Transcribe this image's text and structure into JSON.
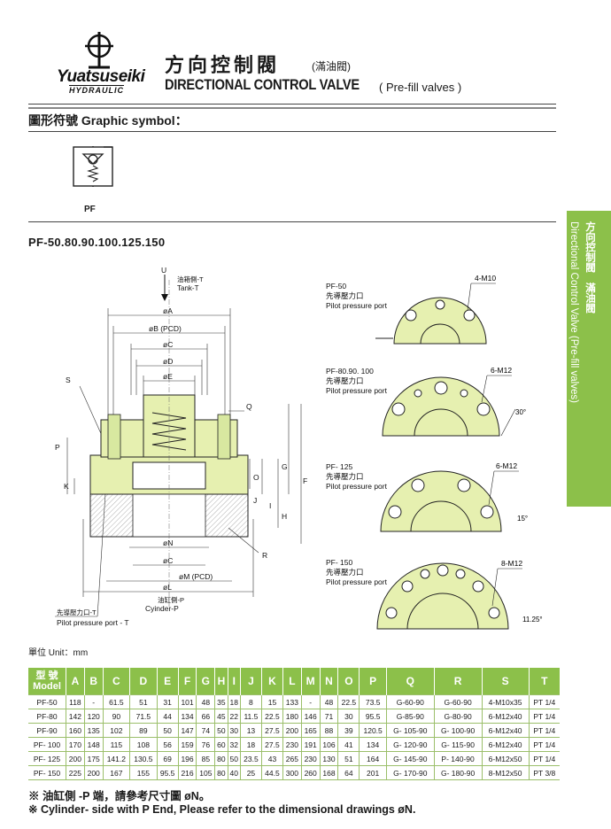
{
  "header": {
    "brand": "Yuatsuseiki",
    "brand_sub": "HYDRAULIC",
    "title_cn": "方向控制閥",
    "title_cn_sub": "(滿油閥)",
    "title_en": "DIRECTIONAL CONTROL VALVE",
    "title_en_sub": "( Pre-fill valves )"
  },
  "symbol_section": {
    "label": "圖形符號  Graphic symbol：",
    "symbol_caption": "PF"
  },
  "side_tab": {
    "cn": "方向控制閥　滿油閥",
    "en": "Directional Control Valve (Pre-fill valves)"
  },
  "model_heading": "PF-50.80.90.100.125.150",
  "main_drawing": {
    "u": "U",
    "tank_cn": "油箱側-T",
    "tank_en": "Tank-T",
    "dims": [
      "øA",
      "øB (PCD)",
      "øC",
      "øD",
      "øE",
      "øN",
      "øC",
      "øM (PCD)",
      "øL"
    ],
    "letters": [
      "S",
      "Q",
      "P",
      "K",
      "G",
      "O",
      "F",
      "J",
      "I",
      "H",
      "R"
    ],
    "cyl_cn": "油缸側-P",
    "cyl_en": "Cyinder-P",
    "pilot_cn": "先導壓力口-T",
    "pilot_en": "Pilot pressure port - T"
  },
  "views": [
    {
      "model": "PF-50",
      "cn": "先導壓力口",
      "en": "Pilot pressure port",
      "bolt": "4-M10",
      "angle": ""
    },
    {
      "model": "PF-80.90. 100",
      "cn": "先導壓力口",
      "en": "Pilot pressure port",
      "bolt": "6-M12",
      "angle": "30°"
    },
    {
      "model": "PF- 125",
      "cn": "先導壓力口",
      "en": "Pilot pressure port",
      "bolt": "6-M12",
      "angle": "15°"
    },
    {
      "model": "PF- 150",
      "cn": "先導壓力口",
      "en": "Pilot pressure port",
      "bolt": "8-M12",
      "angle": "11.25°"
    }
  ],
  "unit": "單位 Unit：mm",
  "table": {
    "model_header_cn": "型 號",
    "model_header_en": "Model",
    "columns": [
      "A",
      "B",
      "C",
      "D",
      "E",
      "F",
      "G",
      "H",
      "I",
      "J",
      "K",
      "L",
      "M",
      "N",
      "O",
      "P",
      "Q",
      "R",
      "S",
      "T"
    ],
    "rows": [
      [
        "PF-50",
        "118",
        "-",
        "61.5",
        "51",
        "31",
        "101",
        "48",
        "35",
        "18",
        "8",
        "15",
        "133",
        "-",
        "48",
        "22.5",
        "73.5",
        "G-60-90",
        "G-60-90",
        "4-M10x35",
        "PT 1/4"
      ],
      [
        "PF-80",
        "142",
        "120",
        "90",
        "71.5",
        "44",
        "134",
        "66",
        "45",
        "22",
        "11.5",
        "22.5",
        "180",
        "146",
        "71",
        "30",
        "95.5",
        "G-85-90",
        "G-80-90",
        "6-M12x40",
        "PT 1/4"
      ],
      [
        "PF-90",
        "160",
        "135",
        "102",
        "89",
        "50",
        "147",
        "74",
        "50",
        "30",
        "13",
        "27.5",
        "200",
        "165",
        "88",
        "39",
        "120.5",
        "G- 105-90",
        "G- 100-90",
        "6-M12x40",
        "PT 1/4"
      ],
      [
        "PF- 100",
        "170",
        "148",
        "115",
        "108",
        "56",
        "159",
        "76",
        "60",
        "32",
        "18",
        "27.5",
        "230",
        "191",
        "106",
        "41",
        "134",
        "G- 120-90",
        "G- 115-90",
        "6-M12x40",
        "PT 1/4"
      ],
      [
        "PF- 125",
        "200",
        "175",
        "141.2",
        "130.5",
        "69",
        "196",
        "85",
        "80",
        "50",
        "23.5",
        "43",
        "265",
        "230",
        "130",
        "51",
        "164",
        "G- 145-90",
        "P- 140-90",
        "6-M12x50",
        "PT 1/4"
      ],
      [
        "PF- 150",
        "225",
        "200",
        "167",
        "155",
        "95.5",
        "216",
        "105",
        "80",
        "40",
        "25",
        "44.5",
        "300",
        "260",
        "168",
        "64",
        "201",
        "G- 170-90",
        "G- 180-90",
        "8-M12x50",
        "PT 3/8"
      ]
    ]
  },
  "notes": [
    "※ 油缸側 -P 端，請參考尺寸圖 øN。",
    "※ Cylinder- side with P End, Please refer to the dimensional drawings øN."
  ],
  "colors": {
    "accent": "#8cc04a",
    "part_fill": "#e6f0b0",
    "ink": "#1a1a1a"
  }
}
